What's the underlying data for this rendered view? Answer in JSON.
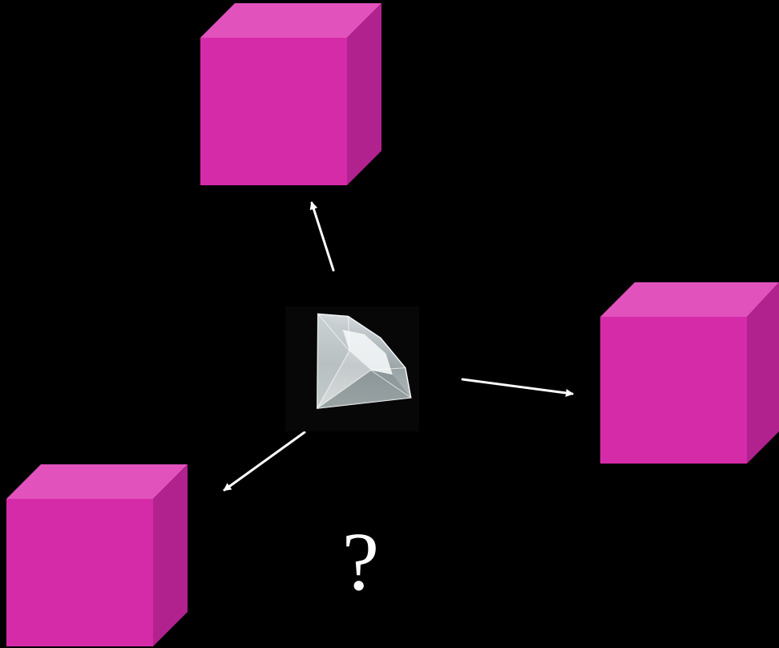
{
  "diagram": {
    "background_color": "#000000",
    "cube_colors": {
      "front": "#d62ba9",
      "top": "#e252bd",
      "side": "#b2228f"
    },
    "arrow_color": "#ffffff",
    "center_item": "diamond-icon",
    "cubes": [
      {
        "name": "cube-top",
        "icon": "cube-icon"
      },
      {
        "name": "cube-right",
        "icon": "cube-icon"
      },
      {
        "name": "cube-bottom-left",
        "icon": "cube-icon"
      }
    ],
    "arrows": [
      {
        "name": "arrow-to-top-cube",
        "icon": "arrow-icon"
      },
      {
        "name": "arrow-to-right-cube",
        "icon": "arrow-icon"
      },
      {
        "name": "arrow-to-bottom-left-cube",
        "icon": "arrow-icon"
      }
    ],
    "question_mark": "?"
  }
}
